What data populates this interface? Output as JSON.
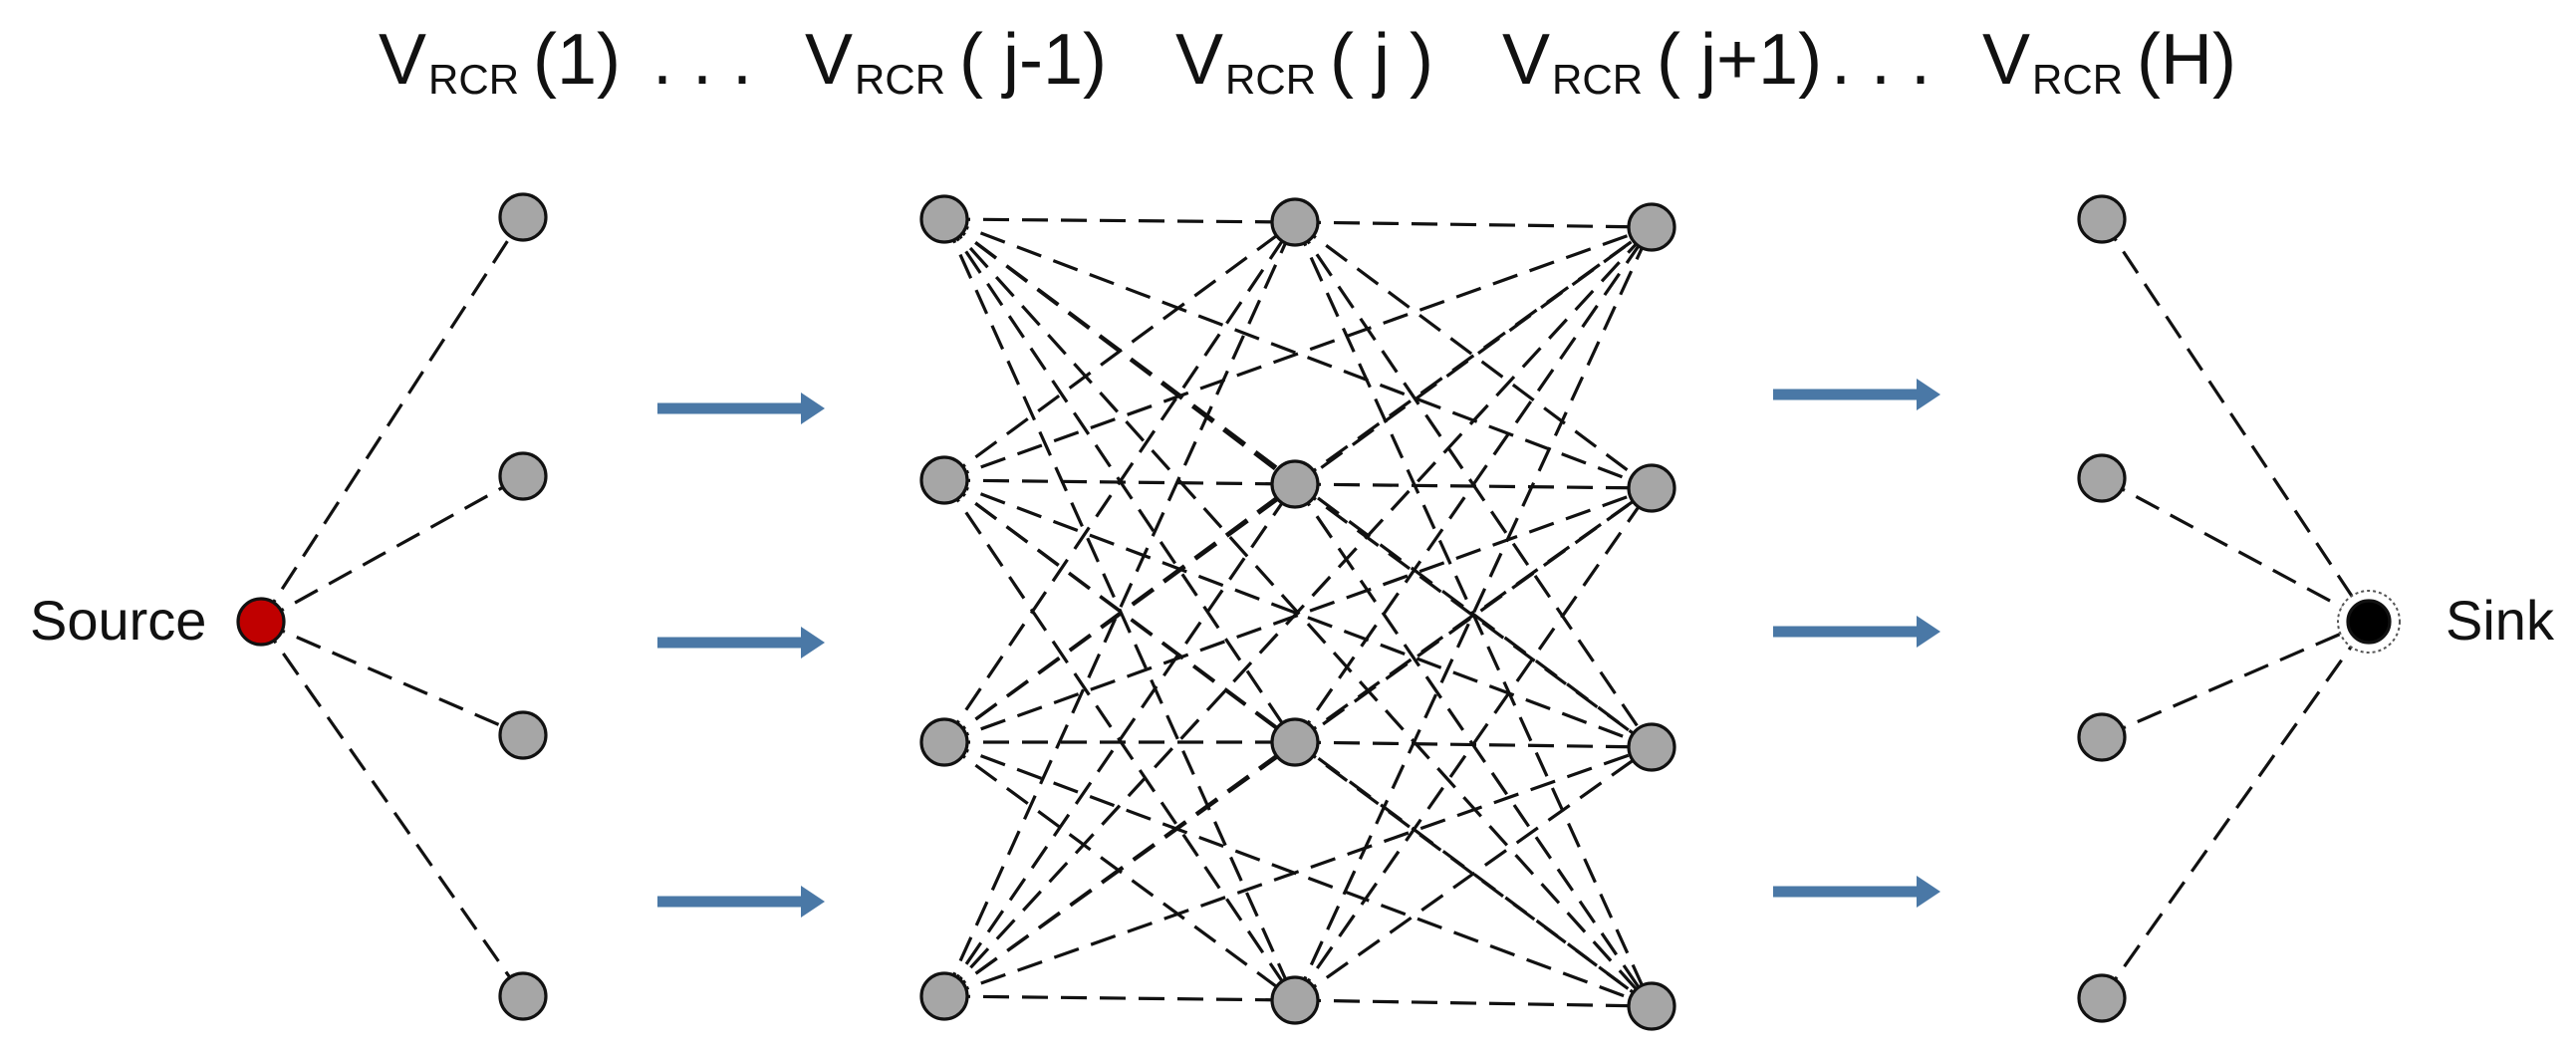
{
  "header": {
    "layers": [
      {
        "main": "V",
        "sub": "RCR",
        "arg": "(1)"
      },
      {
        "main": "V",
        "sub": "RCR",
        "arg": "( j-1)"
      },
      {
        "main": "V",
        "sub": "RCR",
        "arg": "( j )"
      },
      {
        "main": "V",
        "sub": "RCR",
        "arg": "( j+1)"
      },
      {
        "main": "V",
        "sub": "RCR",
        "arg": "(H)"
      }
    ],
    "ellipsis": ". . ."
  },
  "endpoints": {
    "source_label": "Source",
    "sink_label": "Sink"
  },
  "colors": {
    "node_fill": "#a6a6a6",
    "source_fill": "#c00000",
    "sink_fill": "#000000",
    "edge": "#111111",
    "arrow": "#4a78a6"
  }
}
